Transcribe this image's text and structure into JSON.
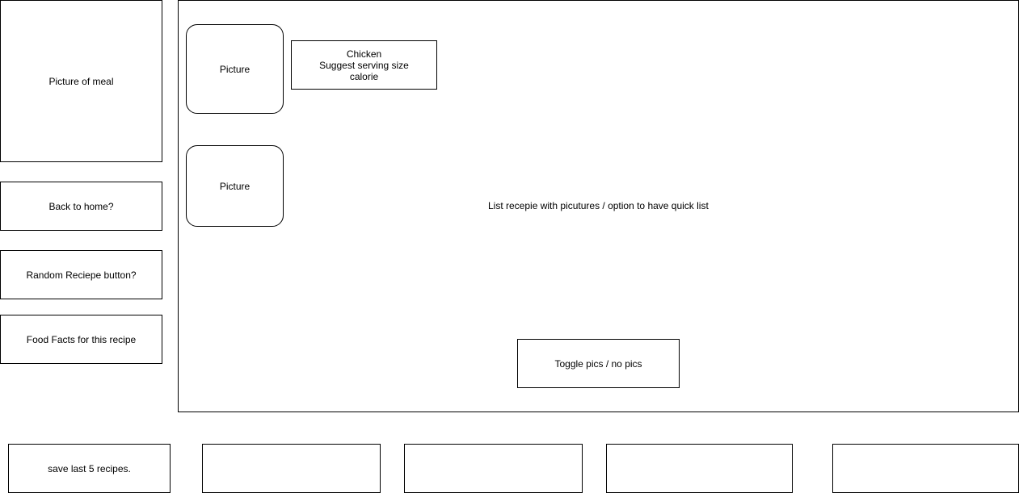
{
  "sidebar": {
    "meal_picture": "Picture of meal",
    "back_home": "Back to home?",
    "random_recipe": "Random Reciepe button?",
    "food_facts": "Food Facts for this recipe"
  },
  "main": {
    "list_label": "List recepie with picutures / option to have quick list",
    "recipes": [
      {
        "picture": "Picture",
        "details": [
          "Chicken",
          "Suggest serving size",
          "calorie"
        ]
      },
      {
        "picture": "Picture"
      }
    ],
    "toggle": "Toggle pics / no pics"
  },
  "footer": {
    "boxes": [
      "save last 5 recipes.",
      "",
      "",
      "",
      ""
    ]
  }
}
